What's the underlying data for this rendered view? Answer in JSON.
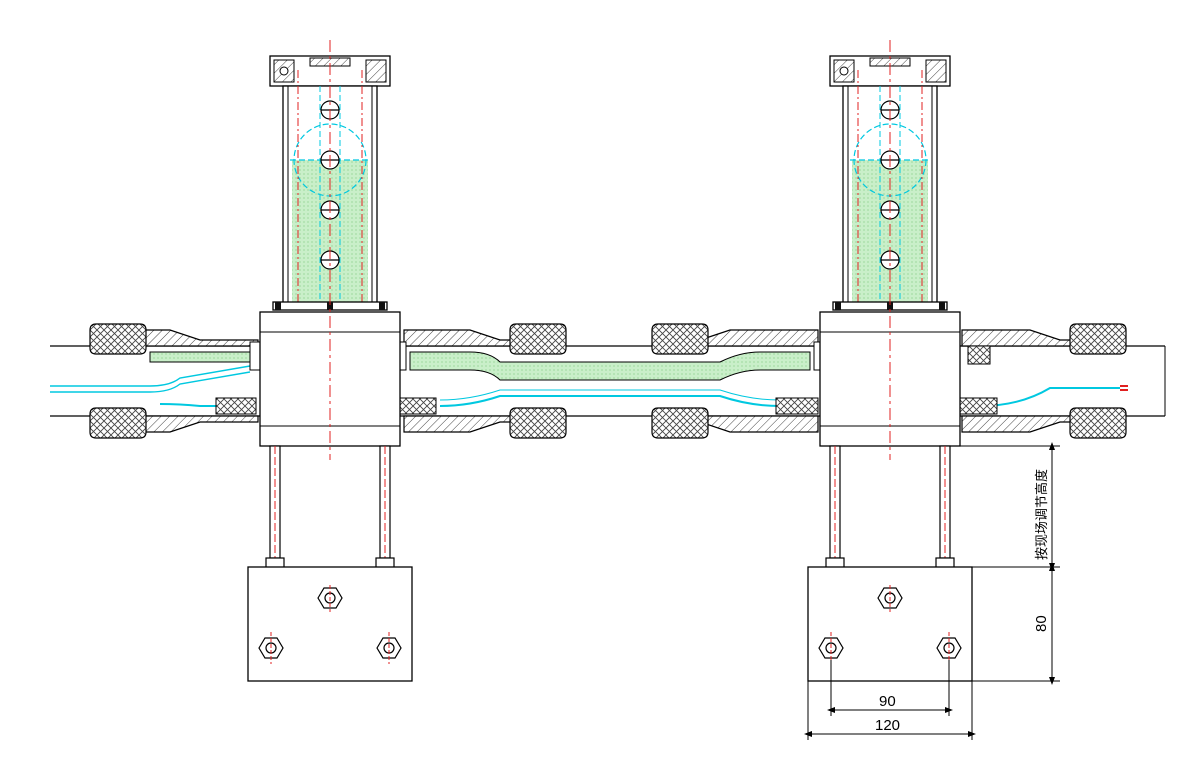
{
  "colors": {
    "line": "#000000",
    "center_red": "#e02020",
    "cyan": "#00c8e0",
    "green_fill": "#c8f0c8",
    "hatch": "#5a5a5a"
  },
  "dimensions": {
    "adjust_height_label": "按现场调节高度",
    "height_label": "80",
    "inner_width_label": "90",
    "outer_width_label": "120"
  }
}
